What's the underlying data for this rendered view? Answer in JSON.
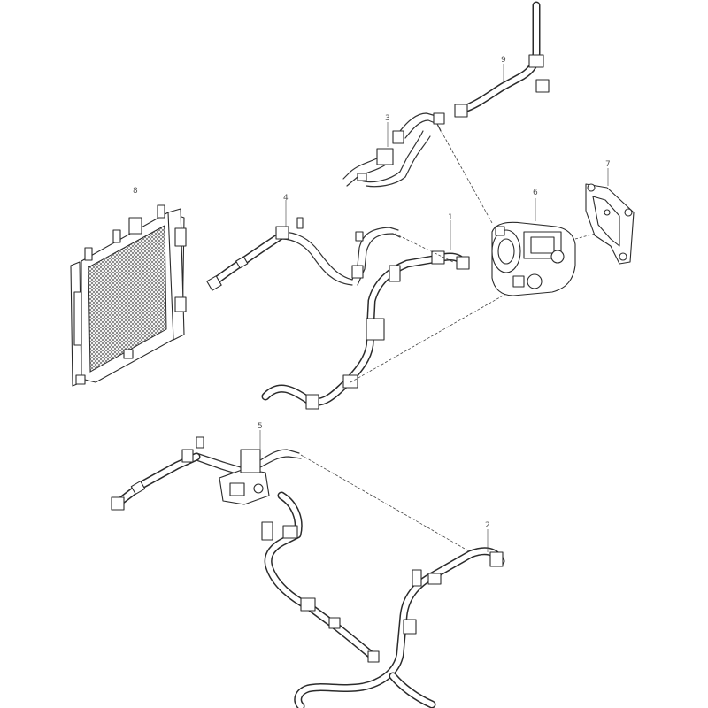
{
  "diagram": {
    "callouts": {
      "hose_1": "1",
      "hose_2": "2",
      "pipe_3": "3",
      "pipe_4": "4",
      "valve_5": "5",
      "compressor_6": "6",
      "bracket_7": "7",
      "condenser_8": "8",
      "pipe_9": "9"
    }
  }
}
